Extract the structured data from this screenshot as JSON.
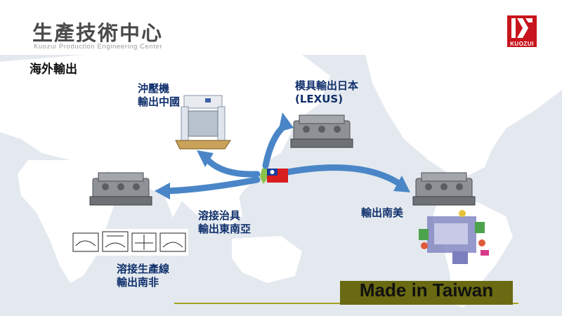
{
  "header": {
    "title": "生產技術中心",
    "subtitle": "Kuozui Production Engineering Center",
    "logo_text": "KUOZUI"
  },
  "section_label": "海外輸出",
  "labels": {
    "press": [
      "沖壓機",
      "輸出中國"
    ],
    "japan": [
      "模具輸出日本",
      "(LEXUS)"
    ],
    "sea": [
      "溶接治具",
      "輸出東南亞"
    ],
    "south_africa": [
      "溶接生產線",
      "輸出南非"
    ],
    "south_america": [
      "輸出南美"
    ]
  },
  "banner": "Made in Taiwan",
  "colors": {
    "map_background": "#e4e9ef",
    "land": "#ffffff",
    "arrow": "#4a86c7",
    "label": "#0f2f6b",
    "banner": "#6a6a12",
    "logo": "#c8141c"
  },
  "icons": [
    "taiwan-flag-icon",
    "kuozui-logo-icon"
  ]
}
